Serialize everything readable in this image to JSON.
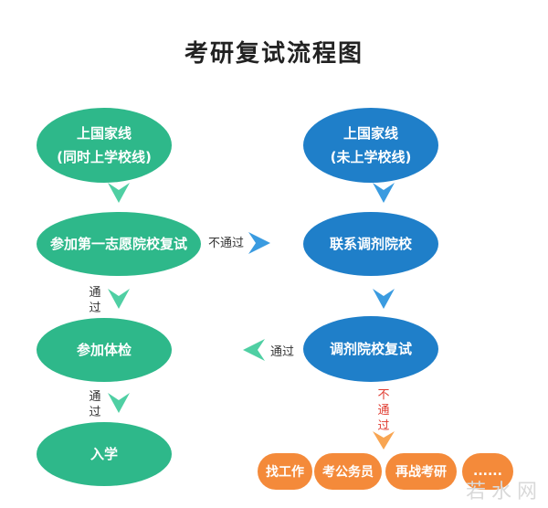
{
  "title": "考研复试流程图",
  "left": {
    "node1": {
      "line1": "上国家线",
      "line2": "(同时上学校线)"
    },
    "node2": "参加第一志愿院校复试",
    "node3": "参加体检",
    "node4": "入学"
  },
  "right": {
    "node1": {
      "line1": "上国家线",
      "line2": "(未上学校线)"
    },
    "node2": "联系调剂院校",
    "node3": "调剂院校复试"
  },
  "labels": {
    "fail_right": "不通过",
    "pass_left": "通过",
    "pass_v1": [
      "通",
      "过"
    ],
    "pass_v2": [
      "通",
      "过"
    ],
    "fail_v": [
      "不",
      "通",
      "过"
    ]
  },
  "outcomes": [
    "找工作",
    "考公务员",
    "再战考研",
    "......"
  ],
  "watermark": "若水网",
  "colors": {
    "green": "#2eb88a",
    "green_arrow": "#4fcfa3",
    "blue": "#1f7fc9",
    "blue_arrow": "#3a9be0",
    "orange": "#f48a3a",
    "orange_arrow": "#f8a552"
  }
}
